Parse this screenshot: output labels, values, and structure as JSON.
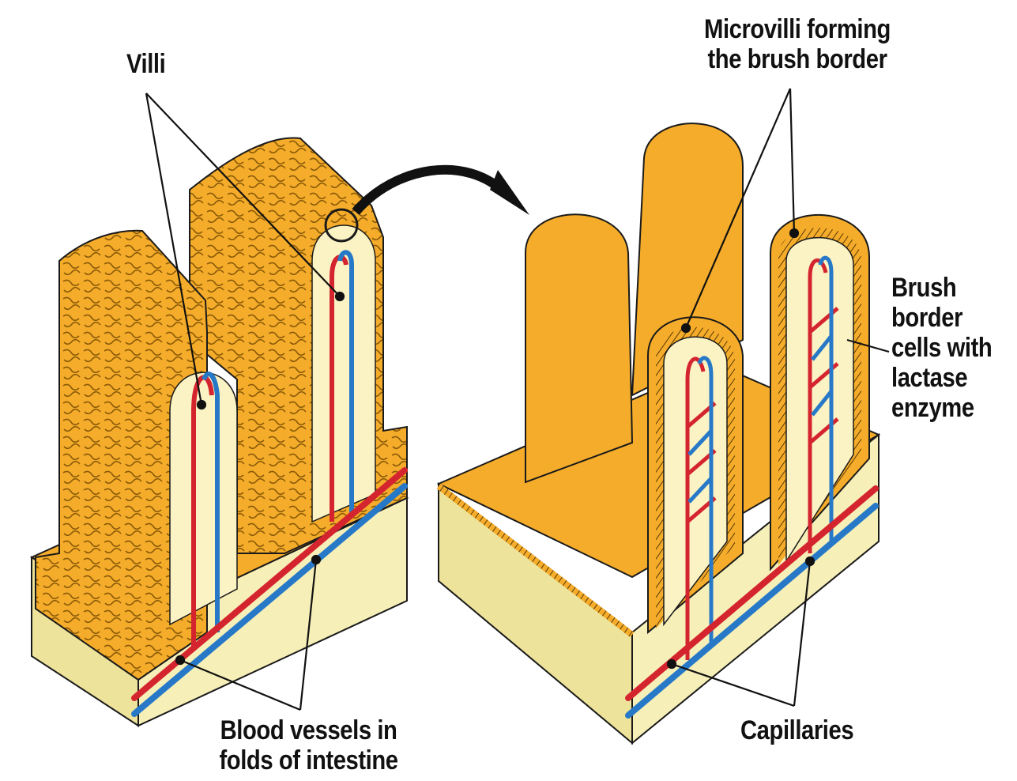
{
  "labels": {
    "villi": "Villi",
    "microvilli": [
      "Microvilli forming",
      "the brush border"
    ],
    "brush_border_cells": [
      "Brush",
      "border",
      "cells with",
      "lactase",
      "enzyme"
    ],
    "blood_vessels": [
      "Blood vessels in",
      "folds of intestine"
    ],
    "capillaries": "Capillaries"
  },
  "colors": {
    "tissue_orange": "#F5AC2A",
    "tissue_cream": "#FBF3C4",
    "base_side": "#EDE39A",
    "artery_red": "#D4252F",
    "vein_blue": "#2779C8",
    "outline": "#1a1a1a"
  }
}
